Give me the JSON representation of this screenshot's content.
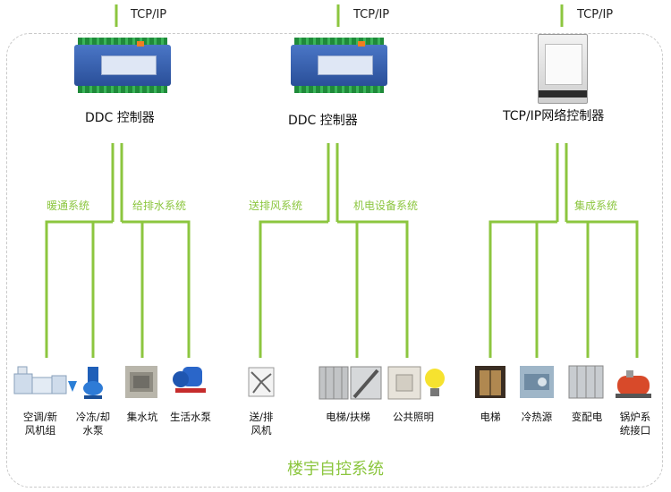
{
  "protocols": [
    "TCP/IP",
    "TCP/IP",
    "TCP/IP"
  ],
  "controllers": [
    "DDC 控制器",
    "DDC 控制器",
    "TCP/IP网络控制器"
  ],
  "subsystems": [
    "暖通系统",
    "给排水系统",
    "送排风系统",
    "机电设备系统",
    "集成系统"
  ],
  "devices": [
    {
      "line1": "空调/新",
      "line2": "风机组",
      "icon": "air-handler-icon"
    },
    {
      "line1": "冷冻/却",
      "line2": "水泵",
      "icon": "pump-icon"
    },
    {
      "line1": "集水坑",
      "line2": "",
      "icon": "sump-pit-icon"
    },
    {
      "line1": "生活水泵",
      "line2": "",
      "icon": "water-pump-icon"
    },
    {
      "line1": "送/排",
      "line2": "风机",
      "icon": "fan-icon"
    },
    {
      "line1": "电梯/扶梯",
      "line2": "",
      "icon": "escalator-icon"
    },
    {
      "line1": "公共照明",
      "line2": "",
      "icon": "lighting-icon"
    },
    {
      "line1": "电梯",
      "line2": "",
      "icon": "elevator-icon"
    },
    {
      "line1": "冷热源",
      "line2": "",
      "icon": "chiller-icon"
    },
    {
      "line1": "变配电",
      "line2": "",
      "icon": "switchgear-icon"
    },
    {
      "line1": "锅炉系",
      "line2": "统接口",
      "icon": "boiler-icon"
    }
  ],
  "footer": "楼宇自控系统",
  "colors": {
    "accent": "#8cc63f",
    "frame": "#c9c9c9"
  }
}
